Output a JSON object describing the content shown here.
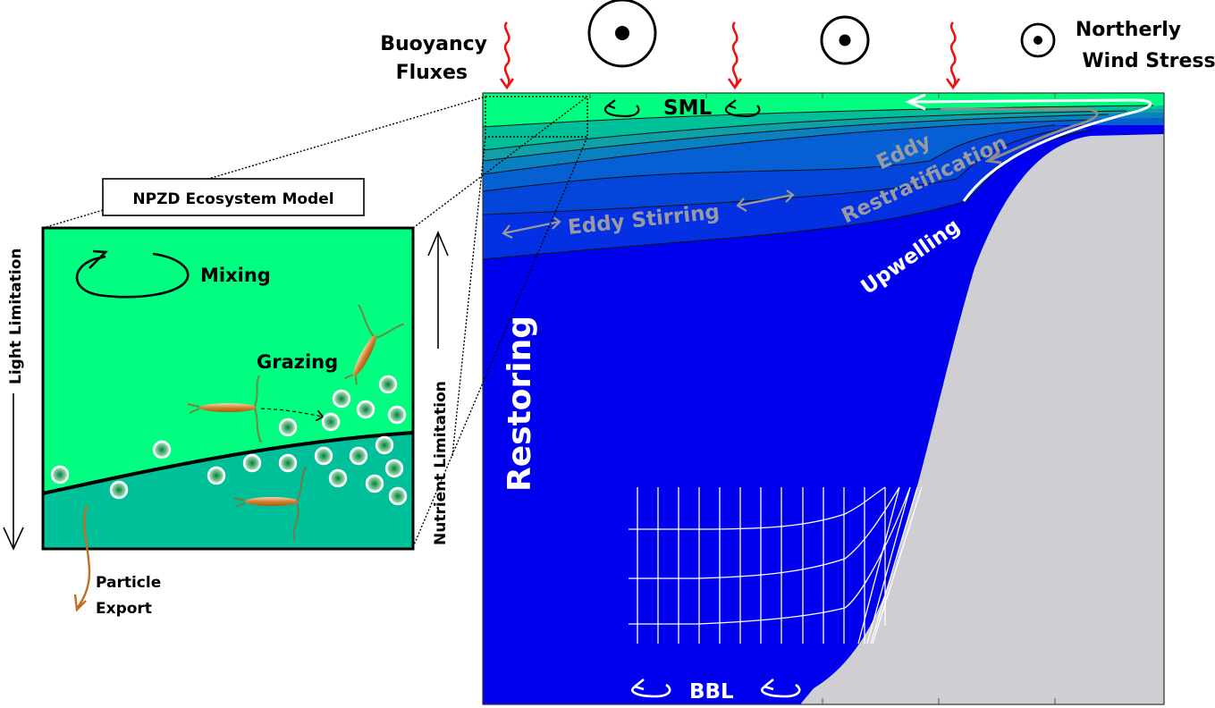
{
  "top": {
    "buoyancy_line1": "Buoyancy",
    "buoyancy_line2": "Fluxes",
    "wind_line1": "Northerly",
    "wind_line2": "Wind Stress"
  },
  "main_panel": {
    "sml": "SML",
    "bbl": "BBL",
    "eddy_stirring": "Eddy Stirring",
    "eddy_restrat_line1": "Eddy",
    "eddy_restrat_line2": "Restratification",
    "upwelling": "Upwelling",
    "restoring": "Restoring"
  },
  "inset": {
    "title": "NPZD Ecosystem Model",
    "mixing": "Mixing",
    "grazing": "Grazing",
    "particle_line1": "Particle",
    "particle_line2": "Export",
    "light_limitation": "Light Limitation",
    "nutrient_limitation": "Nutrient Limitation"
  },
  "colors": {
    "sml_green": "#00ff80",
    "teal": "#00c09a",
    "ocean_blue": "#0000ee",
    "shelf_gray": "#cfcfd3",
    "flux_red": "#ee1111",
    "annotation_gray": "#999999",
    "copepod_brown": "#c87020"
  }
}
